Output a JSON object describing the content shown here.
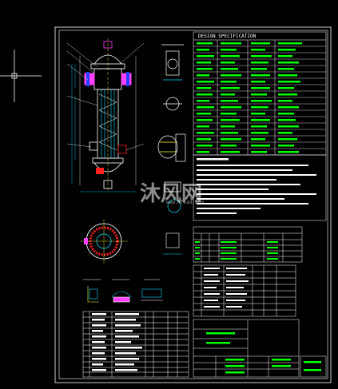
{
  "spec_title": "DESIGN SPECIFICATION",
  "watermark": {
    "text": "沐风网",
    "url": "www.mfcad.com"
  },
  "colors": {
    "background": "#000000",
    "frame": "#ffffff",
    "vessel": "#ffffff",
    "cyan_lines": "#00e0ff",
    "green_text": "#00ff00",
    "red_accent": "#ff2020",
    "magenta_accent": "#ff40ff",
    "yellow_accent": "#ffff40"
  },
  "crosshair": "crosshair-cursor-icon"
}
